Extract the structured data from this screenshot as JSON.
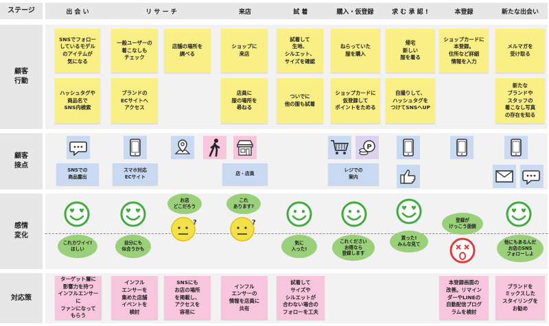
{
  "rows": {
    "stage": "ステージ",
    "behavior": "顧客\n行動",
    "touchpoint": "顧客\n接点",
    "emotion": "感情\n変化",
    "measures": "対応策"
  },
  "stages": [
    "出 会 い",
    "リ サ ー チ",
    "来店",
    "試 着",
    "購入・仮登録",
    "求 む 承 認 !",
    "本登録",
    "新たな出会い"
  ],
  "behavior_notes": [
    "SNSでフォロー\nしているモデル\nのアイテムが\n気になる",
    "ハッシュタグや\n商品名で\nSNS内検索",
    "一般ユーザーの\n着こなしも\nチェック",
    "ブランドの\nECサイトへ\nアクセス",
    "店舗の場所を\n調べる",
    "ショップに\n来店",
    "店員に\n服の場所を\n尋ねる",
    "試着して\n生地、\nシルエット、\nサイズを確認",
    "ついでに\n他の服も試着",
    "ねらっていた\n服を購入",
    "ショップカードに\n仮登録して\nポイントをためる",
    "帰宅\n新しい\n服を着る",
    "自撮りして、\nハッシュタグを\nつけてSNSへUP",
    "ショップカードに\n本登録。\n住所など詳細\n情報を入力",
    "メルマガを\n受け取る",
    "新たな\nブランドや\nスタッフの\n着こなし写真\nの存在を知る"
  ],
  "touchpoint_labels": [
    "SNSでの\n商品露出",
    "スマホ対応\nECサイト",
    "店・店員",
    "レジでの\n案内"
  ],
  "emotion_clouds": [
    "これカワイイ!\nほしい",
    "自分にも\n似合うかも",
    "お店\nどこだろう",
    "これ\nあります?",
    "気に\n入った!",
    "これください\nお得なら\n登録します",
    "買った!\nみんな見て",
    "登録が\nけっこう面倒",
    "他にもあるんだ\nお店のSNS\nフォローしよ"
  ],
  "measure_notes": [
    "ターゲット層に\n影響力を持つ\nインフルエンサーに\nファンになって\nもらう",
    "インフル\nエンサーを\n集めた店舗\nイベントを\n検討",
    "SNSにも\nお店の場所\nを掲載し、\nアクセスを\n容易に",
    "インフル\nエンサーの\n情報を店員に\n共有",
    "試着して\nサイズや\nシルエットが\n合わない場合の\nフォローを工夫",
    "本登録画面の\n改善。リマイン\nダーやLINEの\n自動配信プログ\nラムを検討",
    "ブランドを\nミックスした\nスタイリングを\nお勧め"
  ],
  "icons": [
    "chat-icon",
    "smartphone-icon",
    "map-pin-icon",
    "walking-icon",
    "shop-icon",
    "cart-icon",
    "coins-icon",
    "smartphone-icon",
    "thumbs-up-icon",
    "smartphone-icon",
    "smartphone-icon",
    "mail-icon",
    "chat-icon"
  ],
  "colors": {
    "note_yellow": "#f9ef84",
    "note_pink": "#f8c6dc",
    "note_blue": "#c8d9f1",
    "face_green": "#3dac3a",
    "face_yellow": "#f4e04a",
    "face_red": "#e23a3a",
    "cloud_green": "#9ad07a"
  }
}
